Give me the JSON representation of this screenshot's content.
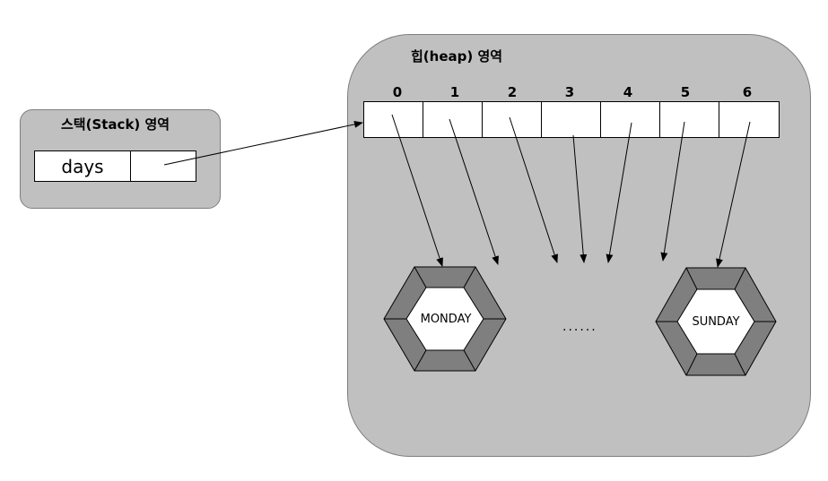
{
  "stack": {
    "title": "스택(Stack) 영역",
    "var_name": "days"
  },
  "heap": {
    "title": "힙(heap) 영역",
    "indices": [
      "0",
      "1",
      "2",
      "3",
      "4",
      "5",
      "6"
    ]
  },
  "objects": {
    "first": "MONDAY",
    "last": "SUNDAY",
    "ellipsis": "......"
  }
}
